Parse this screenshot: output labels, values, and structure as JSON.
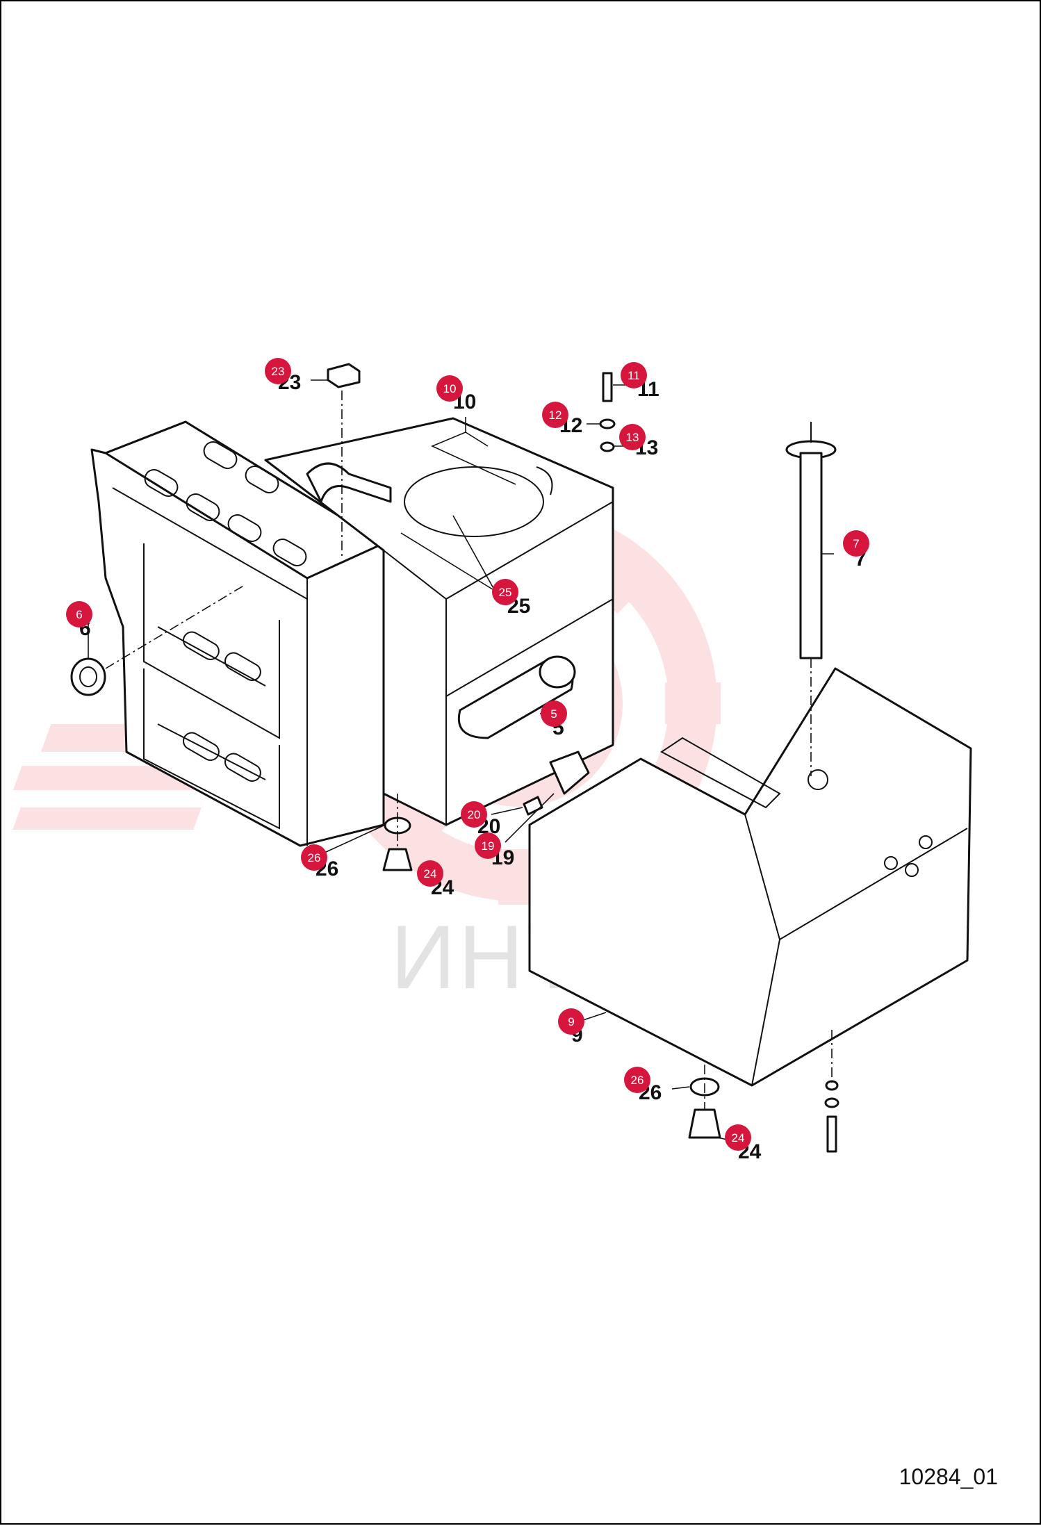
{
  "watermark": {
    "text": "ИНТЕХ",
    "color": "#e8434a"
  },
  "drawing_number": "10284_01",
  "callouts": [
    {
      "id": "23",
      "label": "23"
    },
    {
      "id": "10",
      "label": "10"
    },
    {
      "id": "11",
      "label": "11"
    },
    {
      "id": "12",
      "label": "12"
    },
    {
      "id": "13",
      "label": "13"
    },
    {
      "id": "7",
      "label": "7"
    },
    {
      "id": "6",
      "label": "6"
    },
    {
      "id": "25",
      "label": "25"
    },
    {
      "id": "5",
      "label": "5"
    },
    {
      "id": "20",
      "label": "20"
    },
    {
      "id": "19",
      "label": "19"
    },
    {
      "id": "26a",
      "label": "26"
    },
    {
      "id": "24a",
      "label": "24"
    },
    {
      "id": "9",
      "label": "9"
    },
    {
      "id": "26b",
      "label": "26"
    },
    {
      "id": "24b",
      "label": "24"
    }
  ],
  "bubble_color": "#d6163c"
}
